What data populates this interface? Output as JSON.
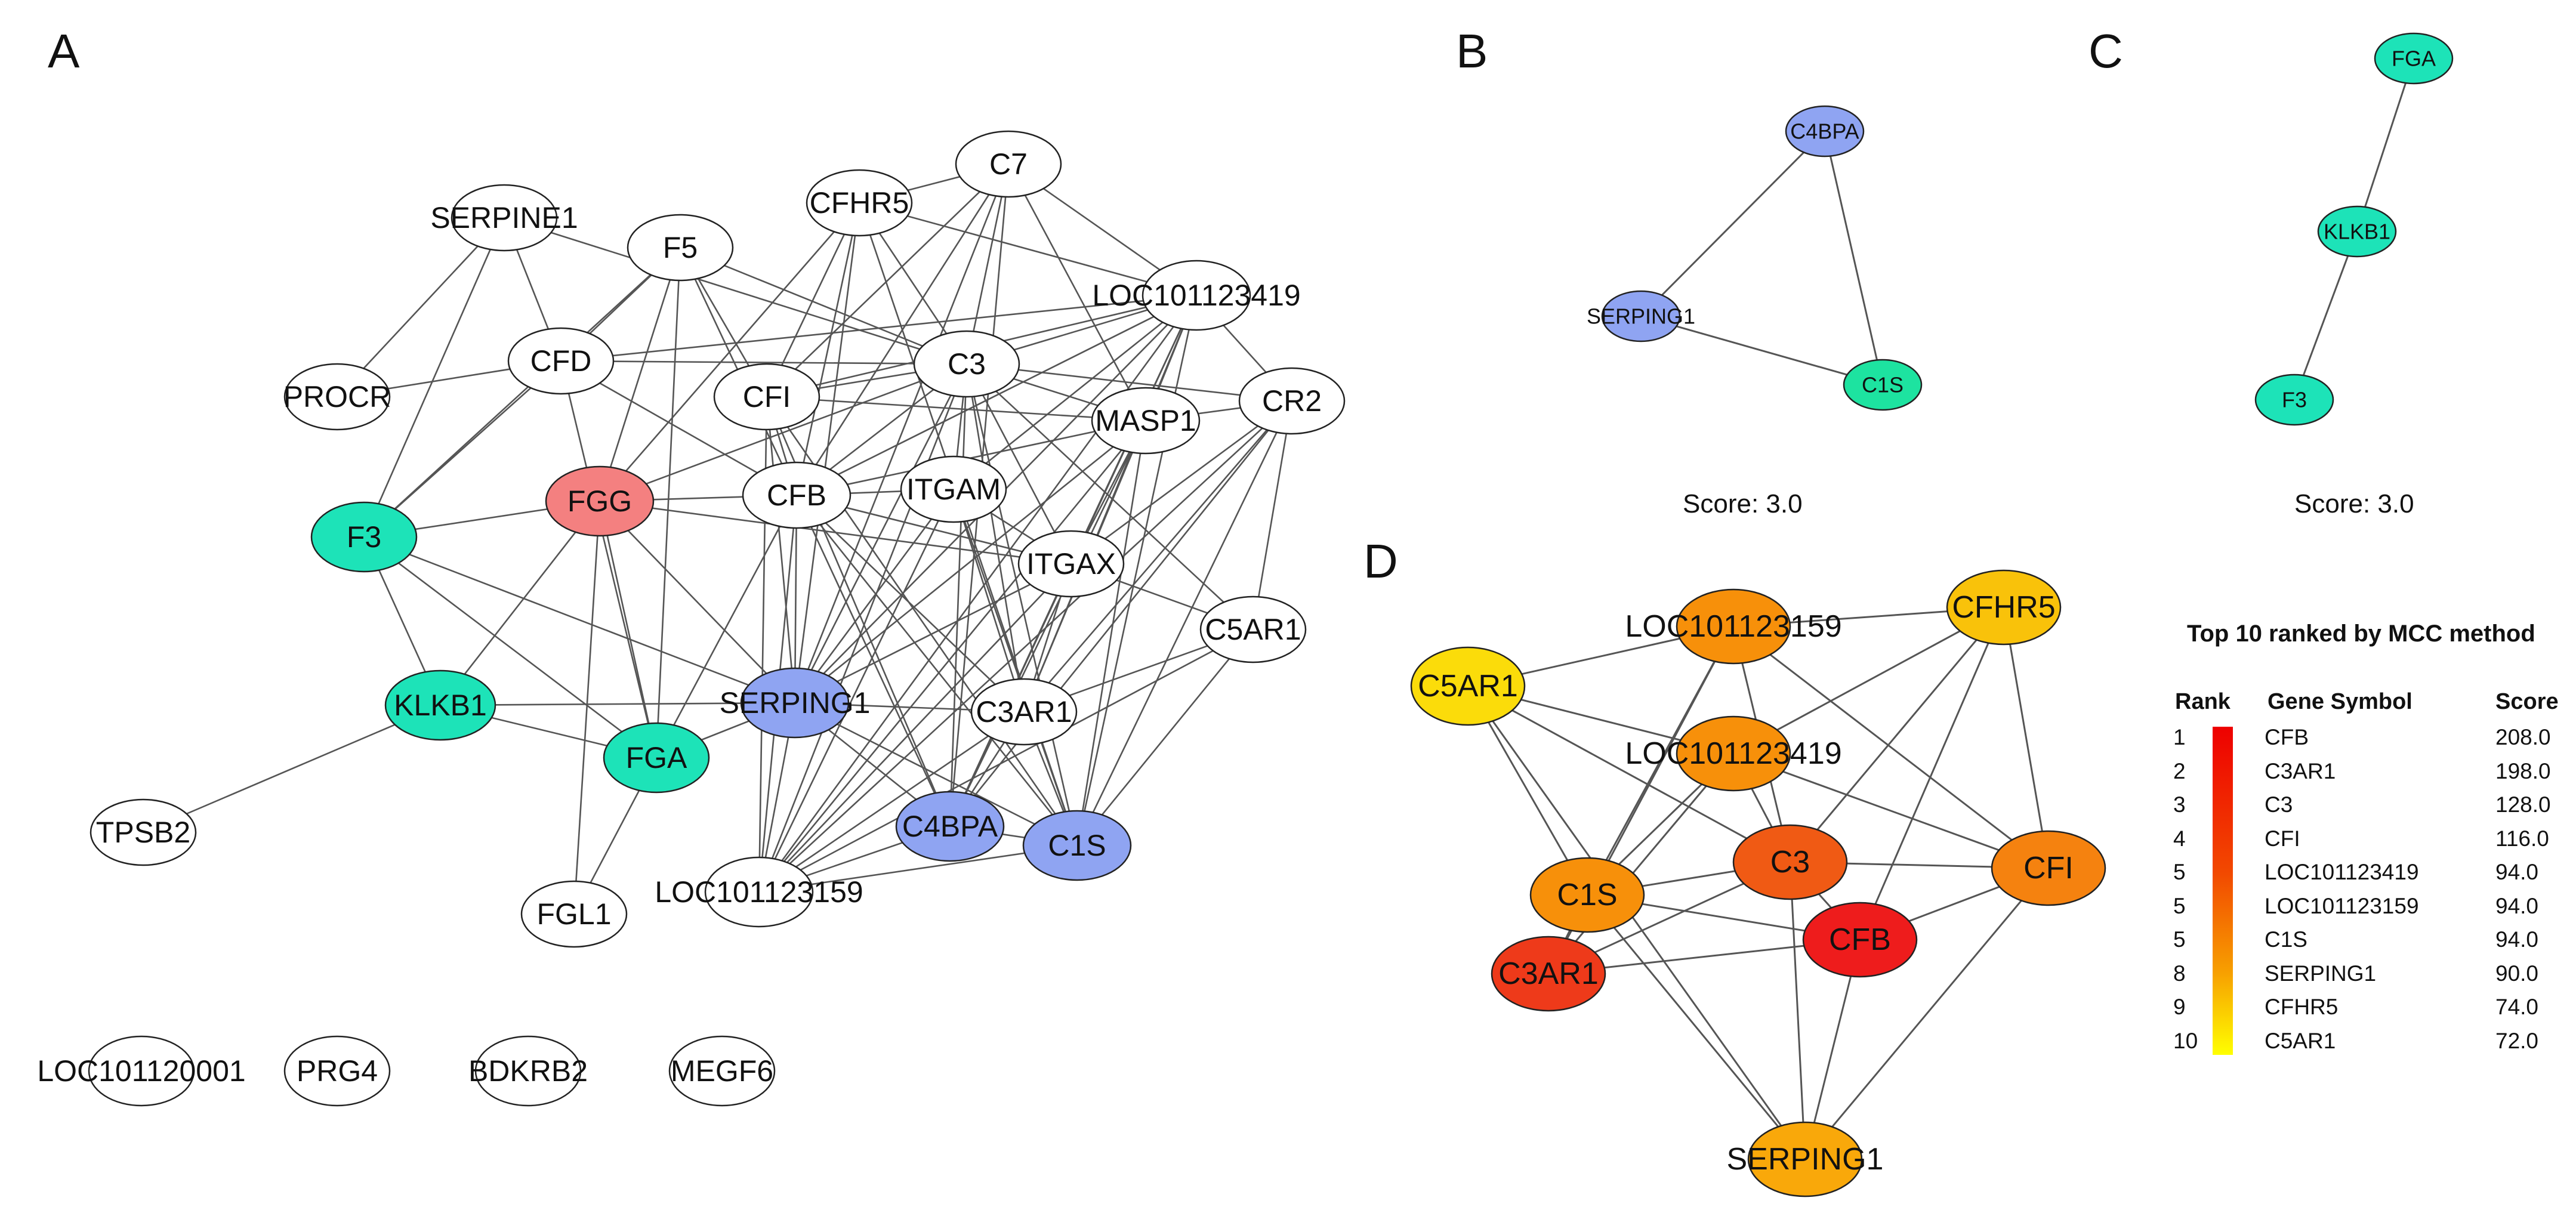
{
  "panels": {
    "A": {
      "label": "A",
      "nodes": [
        {
          "id": "SERPINE1",
          "label": "SERPINE1",
          "color": "#ffffff"
        },
        {
          "id": "F5",
          "label": "F5",
          "color": "#ffffff"
        },
        {
          "id": "CFHR5",
          "label": "CFHR5",
          "color": "#ffffff"
        },
        {
          "id": "C7",
          "label": "C7",
          "color": "#ffffff"
        },
        {
          "id": "LOC101123419",
          "label": "LOC101123419",
          "color": "#ffffff"
        },
        {
          "id": "CFD",
          "label": "CFD",
          "color": "#ffffff"
        },
        {
          "id": "PROCR",
          "label": "PROCR",
          "color": "#ffffff"
        },
        {
          "id": "CFI",
          "label": "CFI",
          "color": "#ffffff"
        },
        {
          "id": "C3",
          "label": "C3",
          "color": "#ffffff"
        },
        {
          "id": "MASP1",
          "label": "MASP1",
          "color": "#ffffff"
        },
        {
          "id": "CR2",
          "label": "CR2",
          "color": "#ffffff"
        },
        {
          "id": "F3",
          "label": "F3",
          "color": "#1de3b8"
        },
        {
          "id": "FGG",
          "label": "FGG",
          "color": "#f48080"
        },
        {
          "id": "CFB",
          "label": "CFB",
          "color": "#ffffff"
        },
        {
          "id": "ITGAM",
          "label": "ITGAM",
          "color": "#ffffff"
        },
        {
          "id": "ITGAX",
          "label": "ITGAX",
          "color": "#ffffff"
        },
        {
          "id": "C5AR1",
          "label": "C5AR1",
          "color": "#ffffff"
        },
        {
          "id": "KLKB1",
          "label": "KLKB1",
          "color": "#1de3b8"
        },
        {
          "id": "SERPING1",
          "label": "SERPING1",
          "color": "#8fa4f2"
        },
        {
          "id": "C3AR1",
          "label": "C3AR1",
          "color": "#ffffff"
        },
        {
          "id": "FGA",
          "label": "FGA",
          "color": "#1de3b8"
        },
        {
          "id": "TPSB2",
          "label": "TPSB2",
          "color": "#ffffff"
        },
        {
          "id": "C4BPA",
          "label": "C4BPA",
          "color": "#8fa4f2"
        },
        {
          "id": "C1S",
          "label": "C1S",
          "color": "#8fa4f2"
        },
        {
          "id": "FGL1",
          "label": "FGL1",
          "color": "#ffffff"
        },
        {
          "id": "LOC101123159",
          "label": "LOC101123159",
          "color": "#ffffff"
        },
        {
          "id": "LOC101120001",
          "label": "LOC101120001",
          "color": "#ffffff"
        },
        {
          "id": "PRG4",
          "label": "PRG4",
          "color": "#ffffff"
        },
        {
          "id": "BDKRB2",
          "label": "BDKRB2",
          "color": "#ffffff"
        },
        {
          "id": "MEGF6",
          "label": "MEGF6",
          "color": "#ffffff"
        }
      ],
      "edges": [
        [
          "SERPINE1",
          "CFD"
        ],
        [
          "SERPINE1",
          "PROCR"
        ],
        [
          "SERPINE1",
          "F3"
        ],
        [
          "SERPINE1",
          "C3"
        ],
        [
          "F5",
          "CFD"
        ],
        [
          "F5",
          "CFI"
        ],
        [
          "F5",
          "FGG"
        ],
        [
          "F5",
          "FGA"
        ],
        [
          "F5",
          "C3"
        ],
        [
          "F5",
          "F3"
        ],
        [
          "F5",
          "CFB"
        ],
        [
          "CFHR5",
          "C7"
        ],
        [
          "CFHR5",
          "CFI"
        ],
        [
          "CFHR5",
          "C3"
        ],
        [
          "CFHR5",
          "CFB"
        ],
        [
          "CFHR5",
          "LOC101123419"
        ],
        [
          "CFHR5",
          "FGG"
        ],
        [
          "CFHR5",
          "SERPING1"
        ],
        [
          "CFHR5",
          "C1S"
        ],
        [
          "C7",
          "LOC101123419"
        ],
        [
          "C7",
          "CFI"
        ],
        [
          "C7",
          "C3"
        ],
        [
          "C7",
          "CFB"
        ],
        [
          "C7",
          "SERPING1"
        ],
        [
          "C7",
          "C4BPA"
        ],
        [
          "C7",
          "MASP1"
        ],
        [
          "LOC101123419",
          "CFD"
        ],
        [
          "LOC101123419",
          "CFI"
        ],
        [
          "LOC101123419",
          "C3"
        ],
        [
          "LOC101123419",
          "CR2"
        ],
        [
          "LOC101123419",
          "MASP1"
        ],
        [
          "LOC101123419",
          "CFB"
        ],
        [
          "LOC101123419",
          "ITGAM"
        ],
        [
          "LOC101123419",
          "ITGAX"
        ],
        [
          "LOC101123419",
          "SERPING1"
        ],
        [
          "LOC101123419",
          "C3AR1"
        ],
        [
          "LOC101123419",
          "C1S"
        ],
        [
          "LOC101123419",
          "C4BPA"
        ],
        [
          "LOC101123419",
          "LOC101123159"
        ],
        [
          "CFD",
          "PROCR"
        ],
        [
          "CFD",
          "C3"
        ],
        [
          "CFD",
          "FGA"
        ],
        [
          "CFD",
          "CFB"
        ],
        [
          "CFD",
          "F3"
        ],
        [
          "CFI",
          "C3"
        ],
        [
          "CFI",
          "CFB"
        ],
        [
          "CFI",
          "MASP1"
        ],
        [
          "CFI",
          "SERPING1"
        ],
        [
          "CFI",
          "C1S"
        ],
        [
          "CFI",
          "C4BPA"
        ],
        [
          "CFI",
          "LOC101123159"
        ],
        [
          "C3",
          "MASP1"
        ],
        [
          "C3",
          "CR2"
        ],
        [
          "C3",
          "CFB"
        ],
        [
          "C3",
          "ITGAM"
        ],
        [
          "C3",
          "ITGAX"
        ],
        [
          "C3",
          "C5AR1"
        ],
        [
          "C3",
          "C3AR1"
        ],
        [
          "C3",
          "SERPING1"
        ],
        [
          "C3",
          "C1S"
        ],
        [
          "C3",
          "C4BPA"
        ],
        [
          "C3",
          "LOC101123159"
        ],
        [
          "C3",
          "FGG"
        ],
        [
          "MASP1",
          "CR2"
        ],
        [
          "MASP1",
          "CFB"
        ],
        [
          "MASP1",
          "ITGAX"
        ],
        [
          "MASP1",
          "SERPING1"
        ],
        [
          "MASP1",
          "C1S"
        ],
        [
          "MASP1",
          "C4BPA"
        ],
        [
          "MASP1",
          "LOC101123159"
        ],
        [
          "MASP1",
          "C3AR1"
        ],
        [
          "CR2",
          "C5AR1"
        ],
        [
          "CR2",
          "ITGAX"
        ],
        [
          "CR2",
          "C3AR1"
        ],
        [
          "CR2",
          "C1S"
        ],
        [
          "CR2",
          "LOC101123159"
        ],
        [
          "CR2",
          "C4BPA"
        ],
        [
          "F3",
          "FGG"
        ],
        [
          "F3",
          "KLKB1"
        ],
        [
          "F3",
          "FGA"
        ],
        [
          "F3",
          "SERPING1"
        ],
        [
          "FGG",
          "CFB"
        ],
        [
          "FGG",
          "KLKB1"
        ],
        [
          "FGG",
          "FGA"
        ],
        [
          "FGG",
          "FGL1"
        ],
        [
          "FGG",
          "ITGAX"
        ],
        [
          "FGG",
          "SERPING1"
        ],
        [
          "CFB",
          "ITGAM"
        ],
        [
          "CFB",
          "ITGAX"
        ],
        [
          "CFB",
          "SERPING1"
        ],
        [
          "CFB",
          "C3AR1"
        ],
        [
          "CFB",
          "C1S"
        ],
        [
          "CFB",
          "C4BPA"
        ],
        [
          "CFB",
          "LOC101123159"
        ],
        [
          "CFB",
          "FGA"
        ],
        [
          "ITGAM",
          "ITGAX"
        ],
        [
          "ITGAM",
          "SERPING1"
        ],
        [
          "ITGAM",
          "C3AR1"
        ],
        [
          "ITGAM",
          "LOC101123159"
        ],
        [
          "ITGAM",
          "C1S"
        ],
        [
          "ITGAX",
          "C5AR1"
        ],
        [
          "ITGAX",
          "C3AR1"
        ],
        [
          "ITGAX",
          "C4BPA"
        ],
        [
          "ITGAX",
          "LOC101123159"
        ],
        [
          "ITGAX",
          "SERPING1"
        ],
        [
          "C5AR1",
          "C1S"
        ],
        [
          "C5AR1",
          "LOC101123159"
        ],
        [
          "C5AR1",
          "C3AR1"
        ],
        [
          "KLKB1",
          "SERPING1"
        ],
        [
          "KLKB1",
          "FGA"
        ],
        [
          "KLKB1",
          "TPSB2"
        ],
        [
          "SERPING1",
          "C3AR1"
        ],
        [
          "SERPING1",
          "C4BPA"
        ],
        [
          "SERPING1",
          "C1S"
        ],
        [
          "SERPING1",
          "LOC101123159"
        ],
        [
          "SERPING1",
          "FGA"
        ],
        [
          "C3AR1",
          "C1S"
        ],
        [
          "C3AR1",
          "C4BPA"
        ],
        [
          "C3AR1",
          "LOC101123159"
        ],
        [
          "C4BPA",
          "C1S"
        ],
        [
          "C4BPA",
          "LOC101123159"
        ],
        [
          "C1S",
          "LOC101123159"
        ],
        [
          "FGA",
          "FGL1"
        ]
      ]
    },
    "B": {
      "label": "B",
      "score": "Score: 3.0",
      "nodes": [
        {
          "id": "C4BPA",
          "label": "C4BPA",
          "color": "#8fa4f2"
        },
        {
          "id": "SERPING1",
          "label": "SERPING1",
          "color": "#8fa4f2"
        },
        {
          "id": "C1S",
          "label": "C1S",
          "color": "#1de3a0"
        }
      ],
      "edges": [
        [
          "C4BPA",
          "SERPING1"
        ],
        [
          "C4BPA",
          "C1S"
        ],
        [
          "SERPING1",
          "C1S"
        ]
      ]
    },
    "C": {
      "label": "C",
      "score": "Score: 3.0",
      "nodes": [
        {
          "id": "FGA",
          "label": "FGA",
          "color": "#1de3b8"
        },
        {
          "id": "KLKB1",
          "label": "KLKB1",
          "color": "#1de3b8"
        },
        {
          "id": "F3",
          "label": "F3",
          "color": "#1de3b8"
        }
      ],
      "edges": [
        [
          "FGA",
          "KLKB1"
        ],
        [
          "KLKB1",
          "F3"
        ]
      ]
    },
    "D": {
      "label": "D",
      "nodes": [
        {
          "id": "LOC101123159",
          "label": "LOC101123159",
          "color": "#f7900a"
        },
        {
          "id": "CFHR5",
          "label": "CFHR5",
          "color": "#f9c20a"
        },
        {
          "id": "C5AR1",
          "label": "C5AR1",
          "color": "#fbdc0a"
        },
        {
          "id": "LOC101123419",
          "label": "LOC101123419",
          "color": "#f7900a"
        },
        {
          "id": "C3",
          "label": "C3",
          "color": "#f05a14"
        },
        {
          "id": "CFI",
          "label": "CFI",
          "color": "#f5820f"
        },
        {
          "id": "C1S",
          "label": "C1S",
          "color": "#f7900a"
        },
        {
          "id": "CFB",
          "label": "CFB",
          "color": "#ee1c1c"
        },
        {
          "id": "C3AR1",
          "label": "C3AR1",
          "color": "#ee3a1a"
        },
        {
          "id": "SERPING1",
          "label": "SERPING1",
          "color": "#f9a80a"
        }
      ],
      "edges": [
        [
          "LOC101123159",
          "CFHR5"
        ],
        [
          "LOC101123159",
          "C5AR1"
        ],
        [
          "LOC101123159",
          "C1S"
        ],
        [
          "LOC101123159",
          "C3AR1"
        ],
        [
          "LOC101123159",
          "C3"
        ],
        [
          "LOC101123159",
          "CFI"
        ],
        [
          "CFHR5",
          "LOC101123419"
        ],
        [
          "CFHR5",
          "C3"
        ],
        [
          "CFHR5",
          "CFB"
        ],
        [
          "CFHR5",
          "CFI"
        ],
        [
          "C5AR1",
          "LOC101123419"
        ],
        [
          "C5AR1",
          "C1S"
        ],
        [
          "C5AR1",
          "C3"
        ],
        [
          "C5AR1",
          "SERPING1"
        ],
        [
          "LOC101123419",
          "C1S"
        ],
        [
          "LOC101123419",
          "C3AR1"
        ],
        [
          "LOC101123419",
          "C3"
        ],
        [
          "LOC101123419",
          "CFI"
        ],
        [
          "C3",
          "C1S"
        ],
        [
          "C3",
          "CFB"
        ],
        [
          "C3",
          "C3AR1"
        ],
        [
          "C3",
          "CFI"
        ],
        [
          "C3",
          "SERPING1"
        ],
        [
          "CFI",
          "CFB"
        ],
        [
          "CFI",
          "SERPING1"
        ],
        [
          "C1S",
          "CFB"
        ],
        [
          "C1S",
          "C3AR1"
        ],
        [
          "C1S",
          "SERPING1"
        ],
        [
          "CFB",
          "C3AR1"
        ],
        [
          "CFB",
          "SERPING1"
        ]
      ]
    }
  },
  "legend": {
    "title": "Top 10 ranked by MCC method",
    "headers": {
      "rank": "Rank",
      "gene": "Gene Symbol",
      "score": "Score"
    },
    "gradient": {
      "top": "#ee0000",
      "bottom": "#ffff00"
    },
    "rows": [
      {
        "rank": "1",
        "gene": "CFB",
        "score": "208.0"
      },
      {
        "rank": "2",
        "gene": "C3AR1",
        "score": "198.0"
      },
      {
        "rank": "3",
        "gene": "C3",
        "score": "128.0"
      },
      {
        "rank": "4",
        "gene": "CFI",
        "score": "116.0"
      },
      {
        "rank": "5",
        "gene": "LOC101123419",
        "score": "94.0"
      },
      {
        "rank": "5",
        "gene": "LOC101123159",
        "score": "94.0"
      },
      {
        "rank": "5",
        "gene": "C1S",
        "score": "94.0"
      },
      {
        "rank": "8",
        "gene": "SERPING1",
        "score": "90.0"
      },
      {
        "rank": "9",
        "gene": "CFHR5",
        "score": "74.0"
      },
      {
        "rank": "10",
        "gene": "C5AR1",
        "score": "72.0"
      }
    ]
  }
}
